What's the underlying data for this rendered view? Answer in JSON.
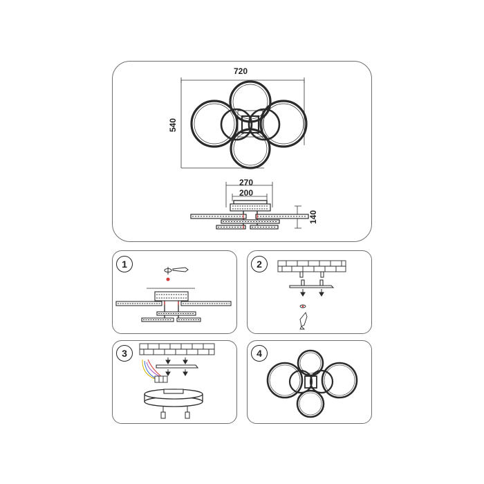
{
  "dimensions": {
    "width": "720",
    "height": "540",
    "canopy_width": "270",
    "mount_width": "200",
    "depth": "140"
  },
  "steps": [
    {
      "number": "1"
    },
    {
      "number": "2"
    },
    {
      "number": "3"
    },
    {
      "number": "4"
    }
  ],
  "colors": {
    "line": "#2a2a2a",
    "panel_border": "#6e6e6e",
    "wire_red": "#d23a3a",
    "wire_yellow": "#d4b400",
    "wire_blue": "#3a6fd2",
    "wire_purple": "#a050c8"
  }
}
